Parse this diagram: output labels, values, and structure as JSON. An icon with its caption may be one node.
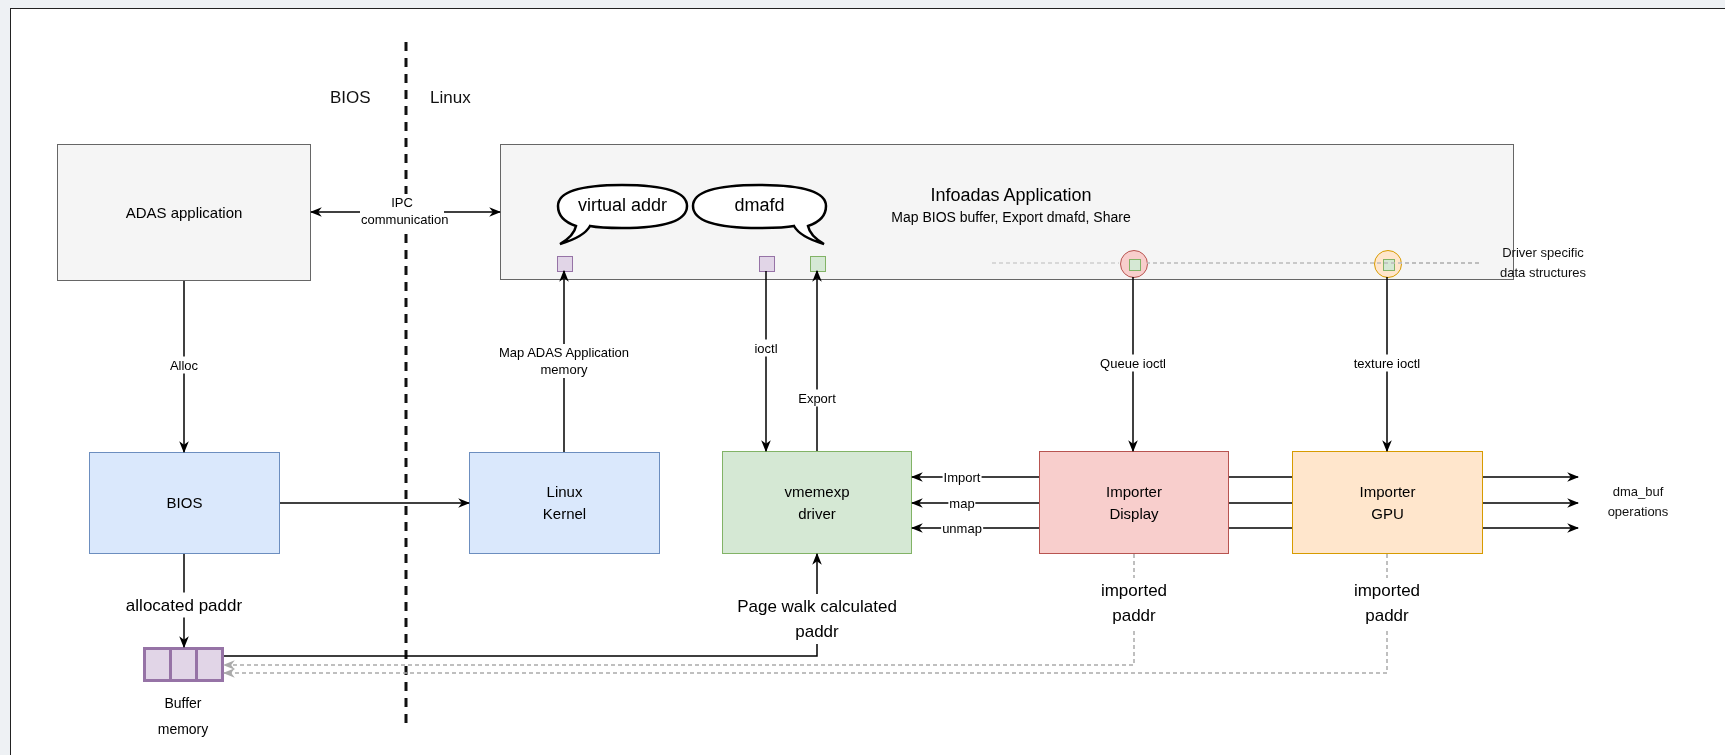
{
  "diagram": {
    "nodes": [
      {
        "text": [
          "ADAS application"
        ]
      },
      {
        "text": [
          "Infoadas Application",
          "Map BIOS buffer, Export dmafd, Share"
        ]
      },
      {
        "text": [
          "virtual addr"
        ],
        "in": 1
      },
      {
        "text": [
          "dmafd"
        ],
        "in": 1
      },
      {
        "text": [],
        "shape": "box",
        "in": 1
      },
      {
        "text": [],
        "shape": "box",
        "in": 1
      },
      {
        "text": [],
        "shape": "box",
        "in": 1
      },
      {
        "text": [],
        "shape": "circle",
        "in": 1
      },
      {
        "text": [],
        "shape": "box",
        "in": 7
      },
      {
        "text": [],
        "shape": "circle",
        "in": 1
      },
      {
        "text": [],
        "shape": "box",
        "in": 9
      },
      {
        "text": [
          "Driver specific data structures"
        ]
      },
      {
        "text": [
          "BIOS"
        ]
      },
      {
        "text": [
          "Linux Kernel"
        ]
      },
      {
        "text": [
          "vmemexp driver"
        ]
      },
      {
        "text": [
          "Importer Display"
        ]
      },
      {
        "text": [
          "Importer GPU"
        ]
      },
      {
        "text": [
          "dma_buf operations"
        ]
      },
      {
        "text": [
          "Buffer memory"
        ]
      }
    ],
    "edges": [
      {
        "from": 0,
        "to": 1,
        "arrow": "both",
        "label": "IPC communication"
      },
      {
        "from": 0,
        "to": 12,
        "arrow": "to",
        "label": "Alloc"
      },
      {
        "from": 13,
        "to": 4,
        "arrow": "to",
        "label": "Map ADAS Application memory"
      },
      {
        "from": 5,
        "to": 14,
        "arrow": "to",
        "label": "ioctl"
      },
      {
        "from": 14,
        "to": 6,
        "arrow": "to",
        "label": "Export"
      },
      {
        "from": 7,
        "to": 15,
        "arrow": "to",
        "label": "Queue ioctl"
      },
      {
        "from": 9,
        "to": 16,
        "arrow": "to",
        "label": "texture ioctl"
      },
      {
        "from": 11,
        "to": 9,
        "arrow": "none",
        "style": "dashed",
        "color": "#bbbbbb"
      },
      {
        "from": 11,
        "to": 7,
        "arrow": "none",
        "style": "dashed",
        "color": "#bbbbbb"
      },
      {
        "from": 12,
        "to": 13,
        "arrow": "to"
      },
      {
        "from": 15,
        "to": 14,
        "arrow": "to",
        "label": "Import"
      },
      {
        "from": 15,
        "to": 14,
        "arrow": "to",
        "label": "map"
      },
      {
        "from": 15,
        "to": 14,
        "arrow": "to",
        "label": "unmap"
      },
      {
        "from": 15,
        "to": 16,
        "arrow": "none"
      },
      {
        "from": 15,
        "to": 16,
        "arrow": "none"
      },
      {
        "from": 15,
        "to": 16,
        "arrow": "none"
      },
      {
        "from": 16,
        "to": 17,
        "arrow": "to"
      },
      {
        "from": 16,
        "to": 17,
        "arrow": "to"
      },
      {
        "from": 16,
        "to": 17,
        "arrow": "to"
      },
      {
        "from": 12,
        "to": 18,
        "arrow": "to",
        "label": "allocated paddr"
      },
      {
        "from": 18,
        "to": 14,
        "arrow": "to",
        "label": "Page walk calculated paddr"
      },
      {
        "from": 15,
        "to": 18,
        "arrow": "to",
        "label": "imported paddr",
        "style": "dashed",
        "color": "#aaaaaa"
      },
      {
        "from": 16,
        "to": 18,
        "arrow": "to",
        "label": "imported paddr",
        "style": "dashed",
        "color": "#aaaaaa"
      }
    ],
    "labels": [
      "BIOS",
      "Linux"
    ]
  }
}
